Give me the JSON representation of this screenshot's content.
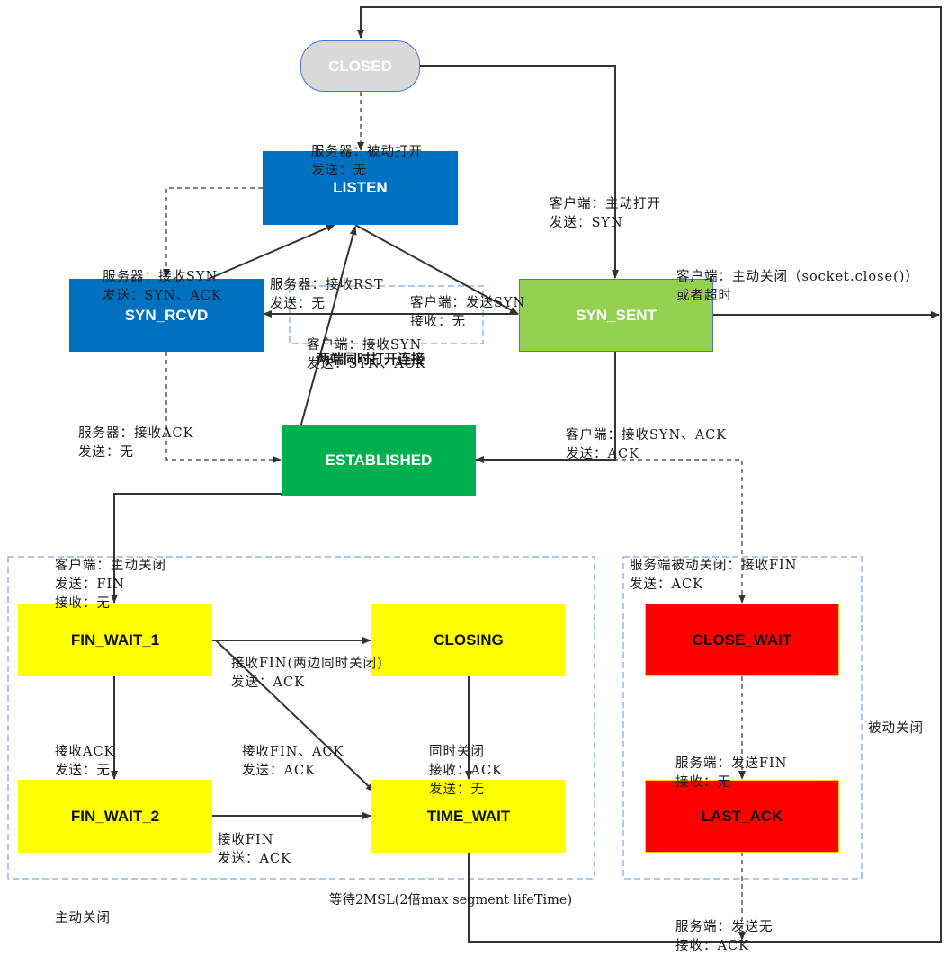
{
  "states": {
    "closed": "CLOSED",
    "listen": "LISTEN",
    "syn_rcvd": "SYN_RCVD",
    "syn_sent": "SYN_SENT",
    "established": "ESTABLISHED",
    "fin_wait_1": "FIN_WAIT_1",
    "closing": "CLOSING",
    "fin_wait_2": "FIN_WAIT_2",
    "time_wait": "TIME_WAIT",
    "close_wait": "CLOSE_WAIT",
    "last_ack": "LAST_ACK"
  },
  "labels": {
    "server_passive_open": [
      "服务器：被动打开",
      "发送：无"
    ],
    "client_active_open": [
      "客户端：主动打开",
      "发送：SYN"
    ],
    "client_active_close_or_timeout": [
      "客户端：主动关闭（socket.close()）",
      "或者超时"
    ],
    "server_recv_syn": [
      "服务器：接收SYN",
      "发送：SYN、ACK"
    ],
    "server_recv_rst": [
      "服务器：接收RST",
      "发送：无"
    ],
    "client_send_syn": [
      "客户端：发送SYN",
      "接收：无"
    ],
    "client_recv_syn": [
      "客户端：接收SYN",
      "发送：SYN、ACK"
    ],
    "simultaneous_open": "两端同时打开连接",
    "server_recv_ack": [
      "服务器：接收ACK",
      "发送：无"
    ],
    "client_recv_synack": [
      "客户端：接收SYN、ACK",
      "发送：ACK"
    ],
    "client_active_close": [
      "客户端：主动关闭",
      "发送：FIN",
      "接收：无"
    ],
    "server_passive_close": [
      "服务端被动关闭：接收FIN",
      "发送：ACK"
    ],
    "recv_fin_simul": [
      "接收FIN(两边同时关闭)",
      "发送：ACK"
    ],
    "recv_ack": [
      "接收ACK",
      "发送：无"
    ],
    "recv_fin_ack": [
      "接收FIN、ACK",
      "发送：ACK"
    ],
    "simul_close": [
      "同时关闭",
      "接收：ACK",
      "发送：无"
    ],
    "recv_fin": [
      "接收FIN",
      "发送：ACK"
    ],
    "server_send_fin": [
      "服务端：发送FIN",
      "接收：无"
    ],
    "passive_close": "被动关闭",
    "wait_2msl": "等待2MSL(2倍max segment lifeTime)",
    "server_send_none": [
      "服务端：发送无",
      "接收：ACK"
    ],
    "active_close": "主动关闭"
  },
  "colors": {
    "closed": "#d9d9d9",
    "blue": "#0070c0",
    "syn_sent": "#92d050",
    "established": "#00b050",
    "yellow": "#ffff00",
    "red": "#ff0000",
    "arrow": "#333333",
    "group_border": "#5b8fd6"
  }
}
